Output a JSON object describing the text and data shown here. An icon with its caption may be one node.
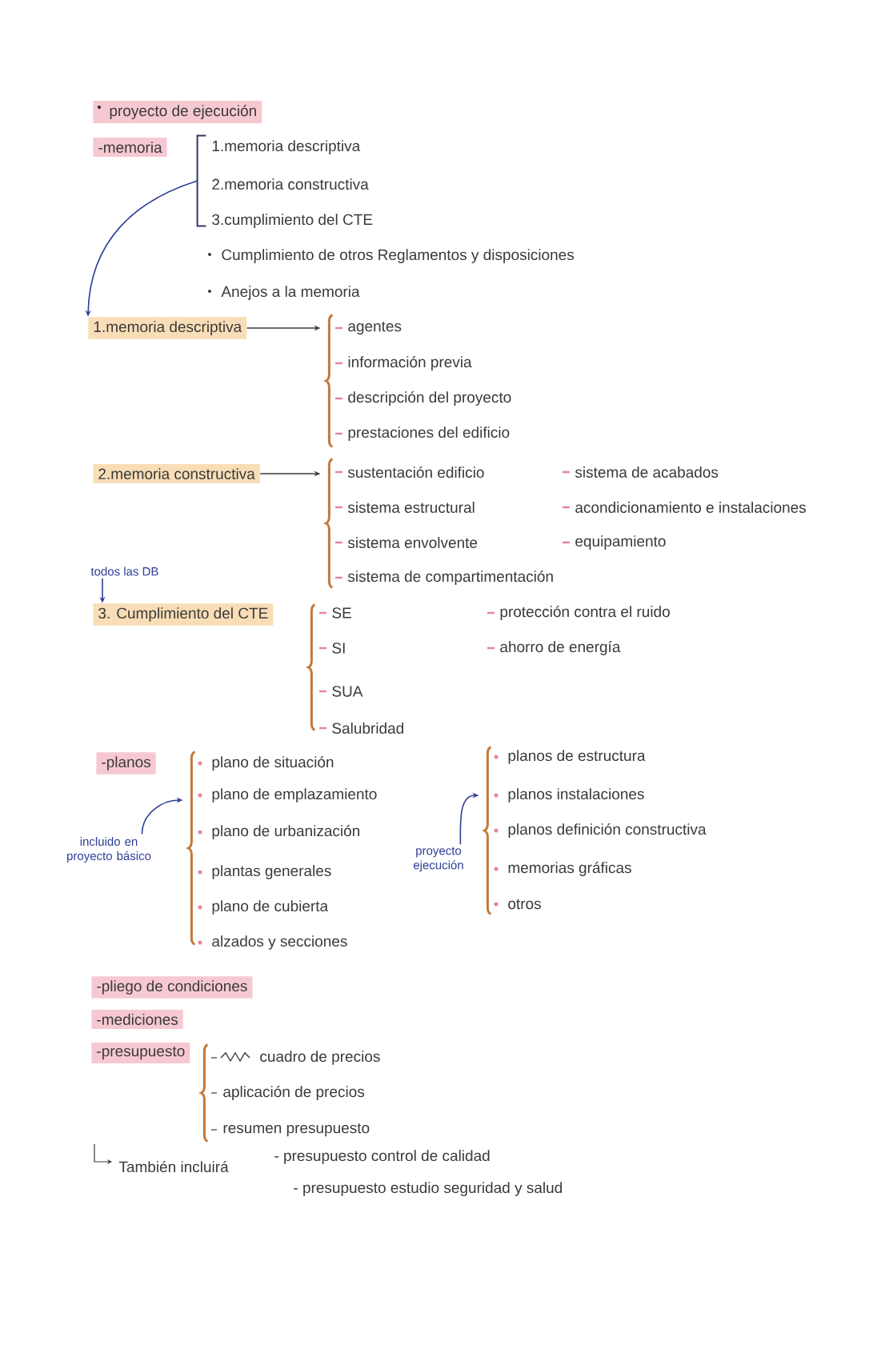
{
  "diagram": {
    "nodes": [
      {
        "text": [
          "proyecto de ejecución"
        ]
      },
      {
        "text": [
          "-memoria"
        ]
      },
      {
        "text": [],
        "shape": "bracket",
        "beside": [
          "1.memoria descriptiva",
          "2.memoria constructiva",
          "3.cumplimiento del CTE"
        ]
      },
      {
        "text": [
          "1.memoria descriptiva"
        ]
      },
      {
        "text": [],
        "shape": "brace",
        "beside": [
          "agentes",
          "información previa",
          "descripción del proyecto",
          "prestaciones del edificio"
        ]
      },
      {
        "text": [
          "2.memoria constructiva"
        ]
      },
      {
        "text": [],
        "shape": "brace",
        "beside": [
          "sustentación edificio",
          "sistema estructural",
          "sistema envolvente",
          "sistema de compartimentación",
          "sistema de acabados",
          "acondicionamiento e instalaciones",
          "equipamiento"
        ]
      },
      {
        "text": [
          "todos las DB"
        ]
      },
      {
        "text": [
          "3. Cumplimiento del CTE"
        ]
      },
      {
        "text": [],
        "shape": "brace",
        "beside": [
          "SE",
          "SI",
          "SUA",
          "Salubridad",
          "protección contra el ruido",
          "ahorro de energía"
        ]
      },
      {
        "text": [
          "-planos"
        ]
      },
      {
        "text": [],
        "shape": "brace",
        "beside": [
          "plano de situación",
          "plano de emplazamiento",
          "plano de urbanización",
          "plantas generales",
          "plano de cubierta",
          "alzados y secciones"
        ]
      },
      {
        "text": [
          "incluido en proyecto básico"
        ]
      },
      {
        "text": [],
        "shape": "brace",
        "beside": [
          "planos de estructura",
          "planos instalaciones",
          "planos definición constructiva",
          "memorias gráficas",
          "otros"
        ]
      },
      {
        "text": [
          "proyecto ejecución"
        ]
      },
      {
        "text": [
          "-pliego de condiciones"
        ]
      },
      {
        "text": [
          "-mediciones"
        ]
      },
      {
        "text": [
          "-presupuesto"
        ]
      },
      {
        "text": [],
        "shape": "brace",
        "beside": [
          "cuadro de precios",
          "aplicación de precios",
          "resumen presupuesto"
        ]
      }
    ],
    "edges": [
      {
        "from": 2,
        "to": 3,
        "arrow": "to"
      },
      {
        "from": 3,
        "to": 4,
        "arrow": "to",
        "color": "#3a3a3a"
      },
      {
        "from": 5,
        "to": 6,
        "arrow": "to",
        "color": "#3a3a3a"
      },
      {
        "from": 7,
        "to": 8,
        "arrow": "to"
      },
      {
        "from": 12,
        "to": 11,
        "arrow": "to"
      },
      {
        "from": 14,
        "to": 13,
        "arrow": "to"
      }
    ],
    "labels": [
      "Cumplimiento de otros Reglamentos y disposiciones",
      "Anejos a la memoria",
      "También incluirá",
      "- presupuesto control de calidad",
      "- presupuesto estudio seguridad y salud"
    ]
  }
}
